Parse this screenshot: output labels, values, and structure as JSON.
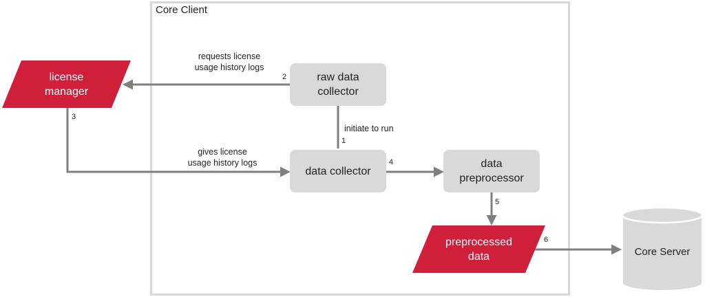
{
  "boundary": {
    "title": "Core Client"
  },
  "nodes": {
    "license_manager": {
      "label_line1": "license",
      "label_line2": "manager"
    },
    "raw_data_collector": {
      "label_line1": "raw data",
      "label_line2": "collector"
    },
    "data_collector": {
      "label": "data collector"
    },
    "data_preprocessor": {
      "label_line1": "data",
      "label_line2": "preprocessor"
    },
    "preprocessed_data": {
      "label_line1": "preprocessed",
      "label_line2": "data"
    },
    "core_server": {
      "label": "Core Server"
    }
  },
  "edges": {
    "initiate": {
      "step": "1",
      "label": "initiate to run"
    },
    "request_logs": {
      "step": "2",
      "label_line1": "requests license",
      "label_line2": "usage history logs"
    },
    "give_logs": {
      "step": "3",
      "label_line1": "gives license",
      "label_line2": "usage history logs"
    },
    "to_preprocessor": {
      "step": "4"
    },
    "to_output": {
      "step": "5"
    },
    "to_server": {
      "step": "6"
    }
  },
  "colors": {
    "accent": "#cf1f3a",
    "process_fill": "#d9d9d9",
    "arrow": "#7f7f7f",
    "boundary": "#d8d8d8",
    "database": "#d9d9d9"
  }
}
